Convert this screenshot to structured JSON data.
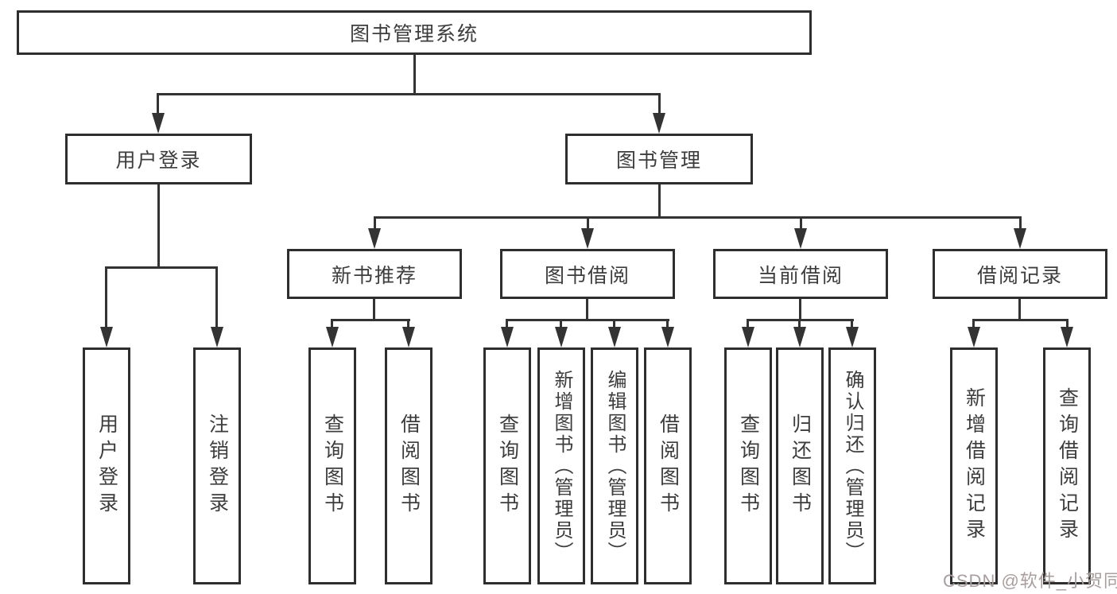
{
  "tree": {
    "root": {
      "label": "图书管理系统"
    },
    "branches": {
      "user_login": {
        "label": "用户登录",
        "children": {
          "login": {
            "label": "用户登录"
          },
          "logout": {
            "label": "注销登录"
          }
        }
      },
      "book_mgmt": {
        "label": "图书管理",
        "children": {
          "new_book_rec": {
            "label": "新书推荐",
            "children": {
              "query": {
                "label": "查询图书"
              },
              "borrow": {
                "label": "借阅图书"
              }
            }
          },
          "book_borrow": {
            "label": "图书借阅",
            "children": {
              "query": {
                "label": "查询图书"
              },
              "add": {
                "label": "新增图书（管理员）"
              },
              "edit": {
                "label": "编辑图书（管理员）"
              },
              "borrow": {
                "label": "借阅图书"
              }
            }
          },
          "current_borrow": {
            "label": "当前借阅",
            "children": {
              "query": {
                "label": "查询图书"
              },
              "return": {
                "label": "归还图书"
              },
              "confirm": {
                "label": "确认归还（管理员）"
              }
            }
          },
          "borrow_records": {
            "label": "借阅记录",
            "children": {
              "add": {
                "label": "新增借阅记录"
              },
              "query": {
                "label": "查询借阅记录"
              }
            }
          }
        }
      }
    }
  },
  "watermark": {
    "text": "CSDN @软件_小贺同学"
  },
  "colors": {
    "line": "#333333",
    "box_border": "#2e2e2e",
    "text": "#3d3d3d",
    "watermark": "#a89e9e"
  }
}
